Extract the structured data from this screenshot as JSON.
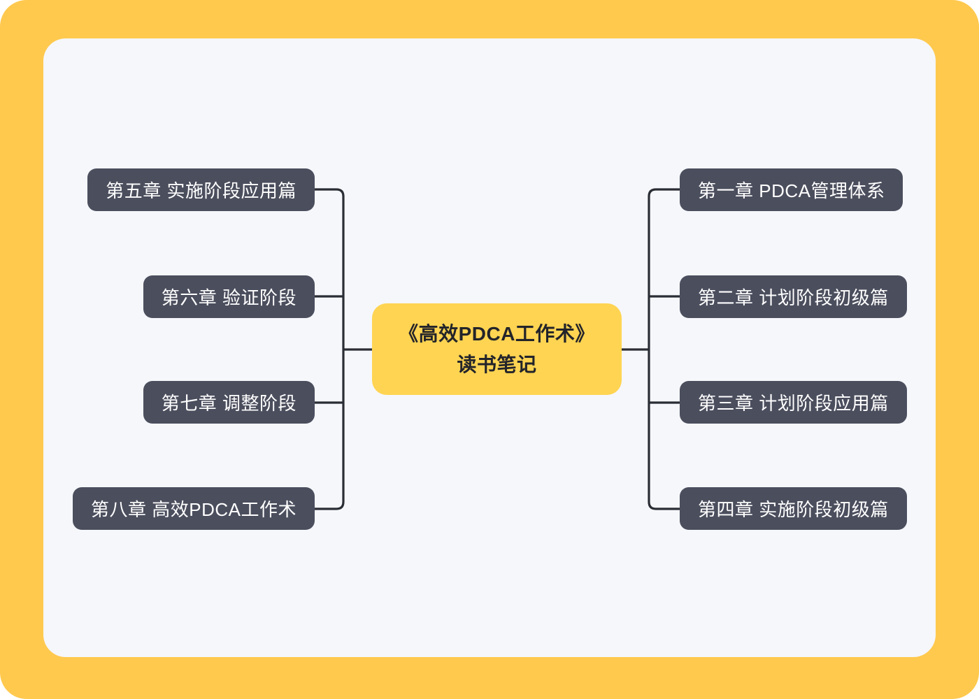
{
  "theme": {
    "frame_color": "#FFC94E",
    "canvas_color": "#F5F7FB",
    "center_node_color": "#FFD452",
    "center_text_color": "#23242A",
    "branch_node_color": "#4B4E5D",
    "branch_text_color": "#FFFFFF",
    "connector_color": "#2B2D35"
  },
  "center": {
    "line1": "《高效PDCA工作术》",
    "line2": "读书笔记"
  },
  "branches": {
    "right": [
      {
        "id": "ch1",
        "label": "第一章 PDCA管理体系"
      },
      {
        "id": "ch2",
        "label": "第二章 计划阶段初级篇"
      },
      {
        "id": "ch3",
        "label": "第三章 计划阶段应用篇"
      },
      {
        "id": "ch4",
        "label": "第四章 实施阶段初级篇"
      }
    ],
    "left": [
      {
        "id": "ch5",
        "label": "第五章 实施阶段应用篇"
      },
      {
        "id": "ch6",
        "label": "第六章 验证阶段"
      },
      {
        "id": "ch7",
        "label": "第七章 调整阶段"
      },
      {
        "id": "ch8",
        "label": "第八章 高效PDCA工作术"
      }
    ]
  }
}
